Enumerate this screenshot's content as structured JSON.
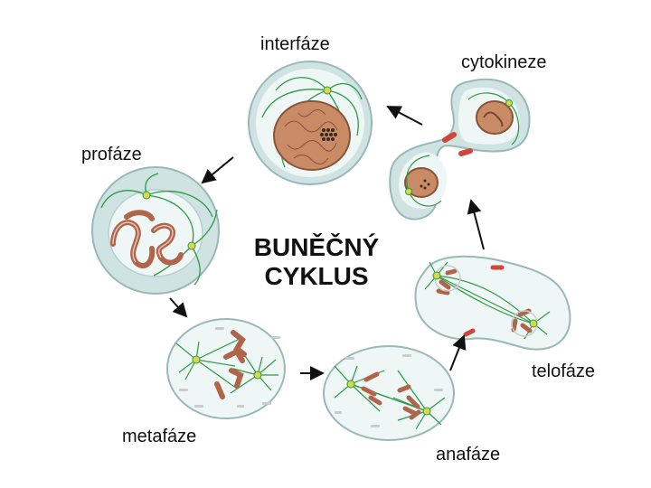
{
  "title": {
    "line1": "BUNĚČNÝ",
    "line2": "CYKLUS"
  },
  "phases": {
    "interfaze": "interfáze",
    "cytokineze": "cytokineze",
    "profaze": "profáze",
    "metafaze": "metafáze",
    "anafaze": "anafáze",
    "telofaze": "telofáze"
  },
  "colors": {
    "cell_fill": "#cfe3e3",
    "cell_inner": "#f4fafa",
    "membrane": "#9ab8b8",
    "spindle": "#2e9a45",
    "chromosome": "#b0644a",
    "nucleus": "#c98a66",
    "centrosome": "#d8d84a",
    "furrow": "#d0463a",
    "arrow": "#111111"
  }
}
